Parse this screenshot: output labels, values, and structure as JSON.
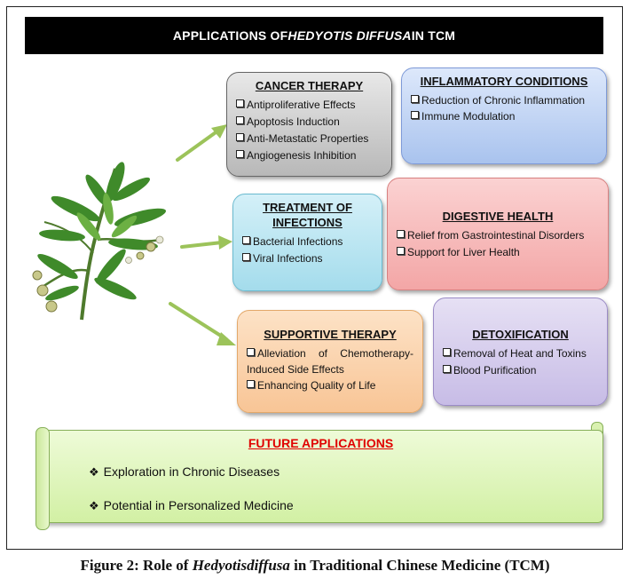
{
  "header": {
    "title_pre": "APPLICATIONS OF ",
    "title_italic": "HEDYOTIS DIFFUSA",
    "title_post": " IN TCM"
  },
  "cancer": {
    "title": "CANCER THERAPY",
    "items": [
      "Antiproliferative Effects",
      "Apoptosis Induction",
      "Anti-Metastatic Properties",
      "Angiogenesis Inhibition"
    ]
  },
  "inflammatory": {
    "title": "INFLAMMATORY CONDITIONS",
    "items": [
      "Reduction of Chronic Inflammation",
      "Immune Modulation"
    ]
  },
  "infections": {
    "title": "TREATMENT OF INFECTIONS",
    "items": [
      "Bacterial Infections",
      "Viral Infections"
    ]
  },
  "digestive": {
    "title": "DIGESTIVE HEALTH",
    "items": [
      "Relief from Gastrointestinal Disorders",
      "Support for Liver Health"
    ]
  },
  "supportive": {
    "title": "SUPPORTIVE THERAPY",
    "items": [
      "Alleviation of Chemotherapy-Induced Side Effects",
      "Enhancing Quality of Life"
    ]
  },
  "detox": {
    "title": "DETOXIFICATION",
    "items": [
      "Removal of Heat and Toxins",
      "Blood Purification"
    ]
  },
  "future": {
    "title": "FUTURE APPLICATIONS",
    "items": [
      "Exploration in Chronic Diseases",
      "Potential in Personalized Medicine"
    ]
  },
  "caption": {
    "pre": "Figure 2: Role of ",
    "italic": "Hedyotisdiffusa",
    "post": " in Traditional Chinese Medicine (TCM)"
  },
  "colors": {
    "arrow": "#9cc35a",
    "future_title": "#e00000",
    "header_bg": "#000000"
  },
  "icons": {
    "bullet": "checkbox-icon",
    "future_bullet": "diamond-icon",
    "plant": "plant-illustration"
  }
}
